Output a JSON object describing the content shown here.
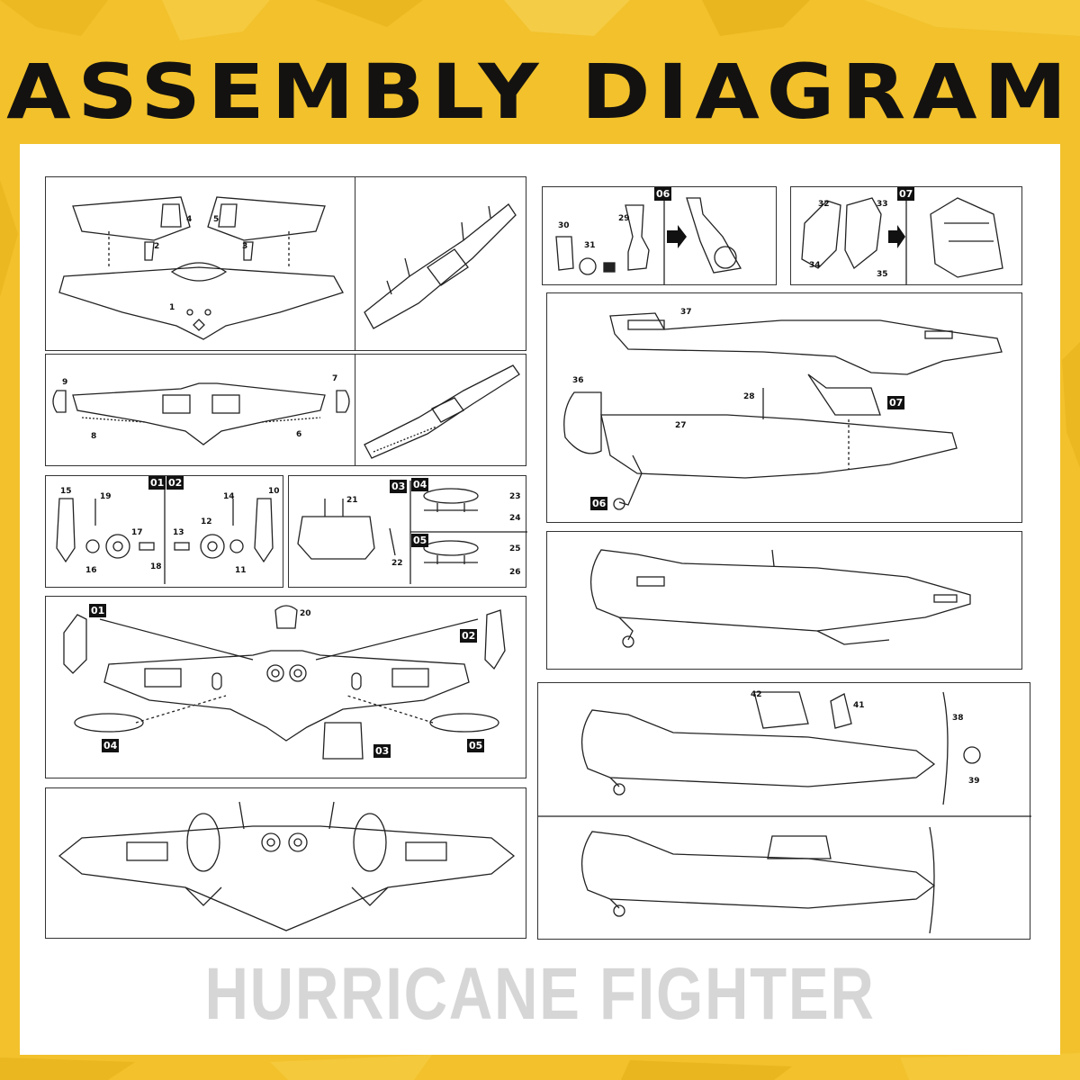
{
  "header": {
    "title": "ASSEMBLY DIAGRAM"
  },
  "footer": {
    "caption": "HURRICANE FIGHTER"
  },
  "colors": {
    "background": "#f2c12b",
    "sheet": "#ffffff",
    "ink": "#141210",
    "caption": "#d6d6d6"
  },
  "step_tags": [
    "01",
    "02",
    "03",
    "04",
    "05",
    "06",
    "07",
    "01",
    "02",
    "04",
    "05",
    "03",
    "06",
    "07"
  ],
  "part_numbers": {
    "wing_panel": [
      "4",
      "5",
      "2",
      "3",
      "1"
    ],
    "flap_panel": [
      "9",
      "7",
      "8",
      "6"
    ],
    "gear_panel": [
      "15",
      "19",
      "17",
      "16",
      "18",
      "14",
      "10",
      "13",
      "12",
      "11"
    ],
    "tank_panel": [
      "21",
      "22",
      "23",
      "24",
      "25",
      "26"
    ],
    "wing_assembly_panel": [
      "20"
    ],
    "cockpit_panel": [
      "30",
      "31",
      "29",
      "32",
      "33",
      "34",
      "35"
    ],
    "fuselage_panel": [
      "37",
      "36",
      "28",
      "27"
    ],
    "canopy_panel": [
      "42",
      "41",
      "38",
      "39"
    ]
  }
}
